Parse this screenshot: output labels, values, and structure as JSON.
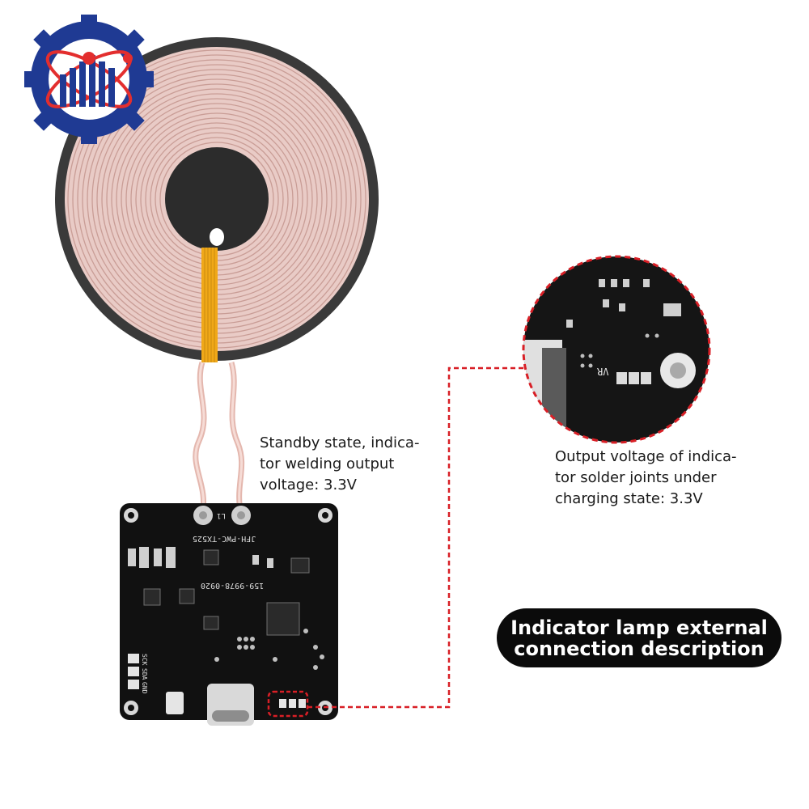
{
  "captions": {
    "standby": "Standby state, indica-\ntor welding output\nvoltage: 3.3V",
    "charging": "Output voltage of indica-\ntor solder joints under\ncharging state: 3.3V"
  },
  "title_pill": "Indicator lamp external\nconnection description",
  "pcb": {
    "model_label": "JFH-PWC-TX525",
    "phone_label": "159-9978-0920",
    "coil_label": "L1",
    "pad_labels": [
      "SCK",
      "SDA",
      "GND"
    ],
    "vr_label": "VR"
  },
  "colors": {
    "accent_red": "#d81f26",
    "coil_copper": "#e8c9c4",
    "tape": "#f0a818",
    "pcb_black": "#111111",
    "logo_blue": "#1f3a93"
  }
}
